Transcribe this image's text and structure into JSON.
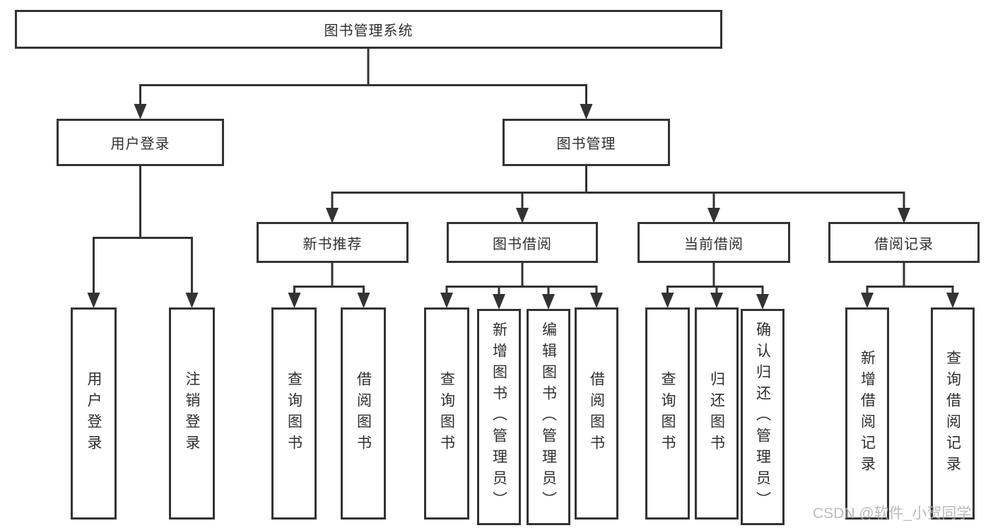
{
  "watermark": "CSDN @软件_小贺同学",
  "colors": {
    "line": "#333333",
    "text": "#2f2f2f",
    "watermark": "#b0b0b0"
  },
  "tree": {
    "label": "图书管理系统",
    "children": [
      {
        "label": "用户登录",
        "children": [
          {
            "label": "用户登录"
          },
          {
            "label": "注销登录"
          }
        ]
      },
      {
        "label": "图书管理",
        "children": [
          {
            "label": "新书推荐",
            "children": [
              {
                "label": "查询图书"
              },
              {
                "label": "借阅图书"
              }
            ]
          },
          {
            "label": "图书借阅",
            "children": [
              {
                "label": "查询图书"
              },
              {
                "label": "新增图书（管理员）"
              },
              {
                "label": "编辑图书（管理员）"
              },
              {
                "label": "借阅图书"
              }
            ]
          },
          {
            "label": "当前借阅",
            "children": [
              {
                "label": "查询图书"
              },
              {
                "label": "归还图书"
              },
              {
                "label": "确认归还（管理员）"
              }
            ]
          },
          {
            "label": "借阅记录",
            "children": [
              {
                "label": "新增借阅记录"
              },
              {
                "label": "查询借阅记录"
              }
            ]
          }
        ]
      }
    ]
  }
}
